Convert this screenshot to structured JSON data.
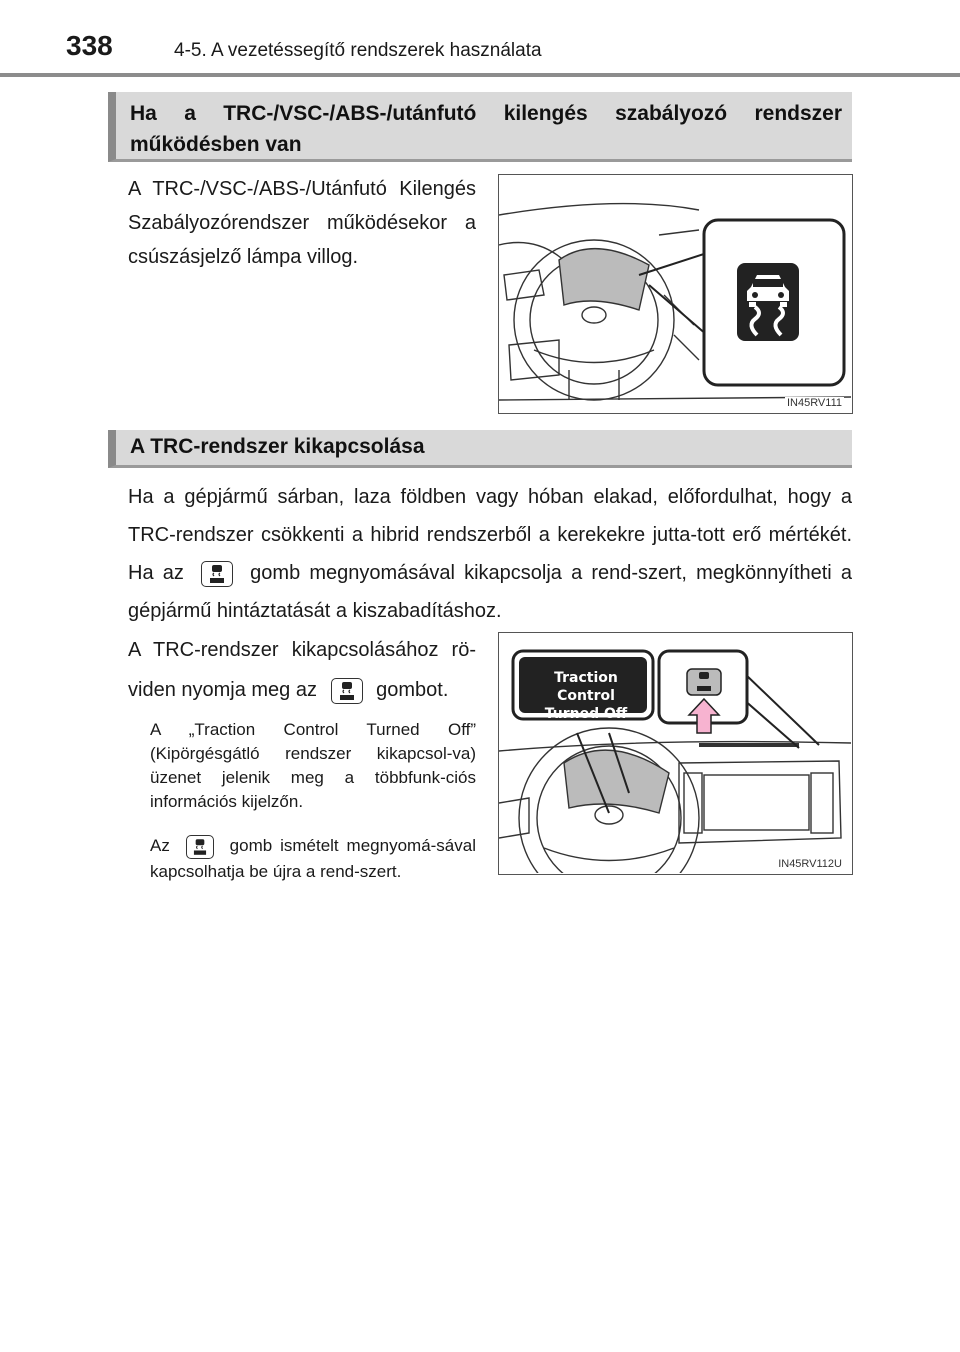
{
  "header": {
    "page_number": "338",
    "chapter": "4-5. A vezetéssegítő rendszerek használata"
  },
  "section1": {
    "heading": "Ha a TRC-/VSC-/ABS-/utánfutó kilengés szabályozó rendszer működésben van",
    "body": "A TRC-/VSC-/ABS-/Utánfutó Kilengés Szabályozórendszer működésekor a csúszásjelző lámpa villog.",
    "figure_code": "IN45RV111"
  },
  "section2": {
    "heading": "A TRC-rendszer kikapcsolása",
    "body_part1": "Ha a gépjármű sárban, laza földben vagy hóban elakad, előfordulhat, hogy a TRC-rendszer csökkenti a hibrid rendszerből a kerekekre jutta-tott erő mértékét. Ha az",
    "body_part2": "gomb megnyomásával kikapcsolja a rend-szert, megkönnyítheti a gépjármű hintáztatását a kiszabadításhoz.",
    "instr_part1": "A TRC-rendszer kikapcsolásához rö-viden nyomja meg az",
    "instr_part2": "gombot.",
    "note1": "A „Traction Control Turned Off” (Kipörgésgátló rendszer kikapcsol-va) üzenet jelenik meg a többfunk-ciós információs kijelzőn.",
    "note2_part1": "Az",
    "note2_part2": "gomb ismételt megnyomá-sával kapcsolhatja be újra a rend-szert.",
    "callout_line1": "Traction Control",
    "callout_line2": "Turned Off",
    "figure_code": "IN45RV112U"
  },
  "icons": {
    "trc_off_button": "trc-off-button-icon",
    "slip_indicator": "slip-indicator-icon"
  },
  "colors": {
    "section_bar": "#d9d9d9",
    "arrow_pink": "#f7b3d0"
  }
}
